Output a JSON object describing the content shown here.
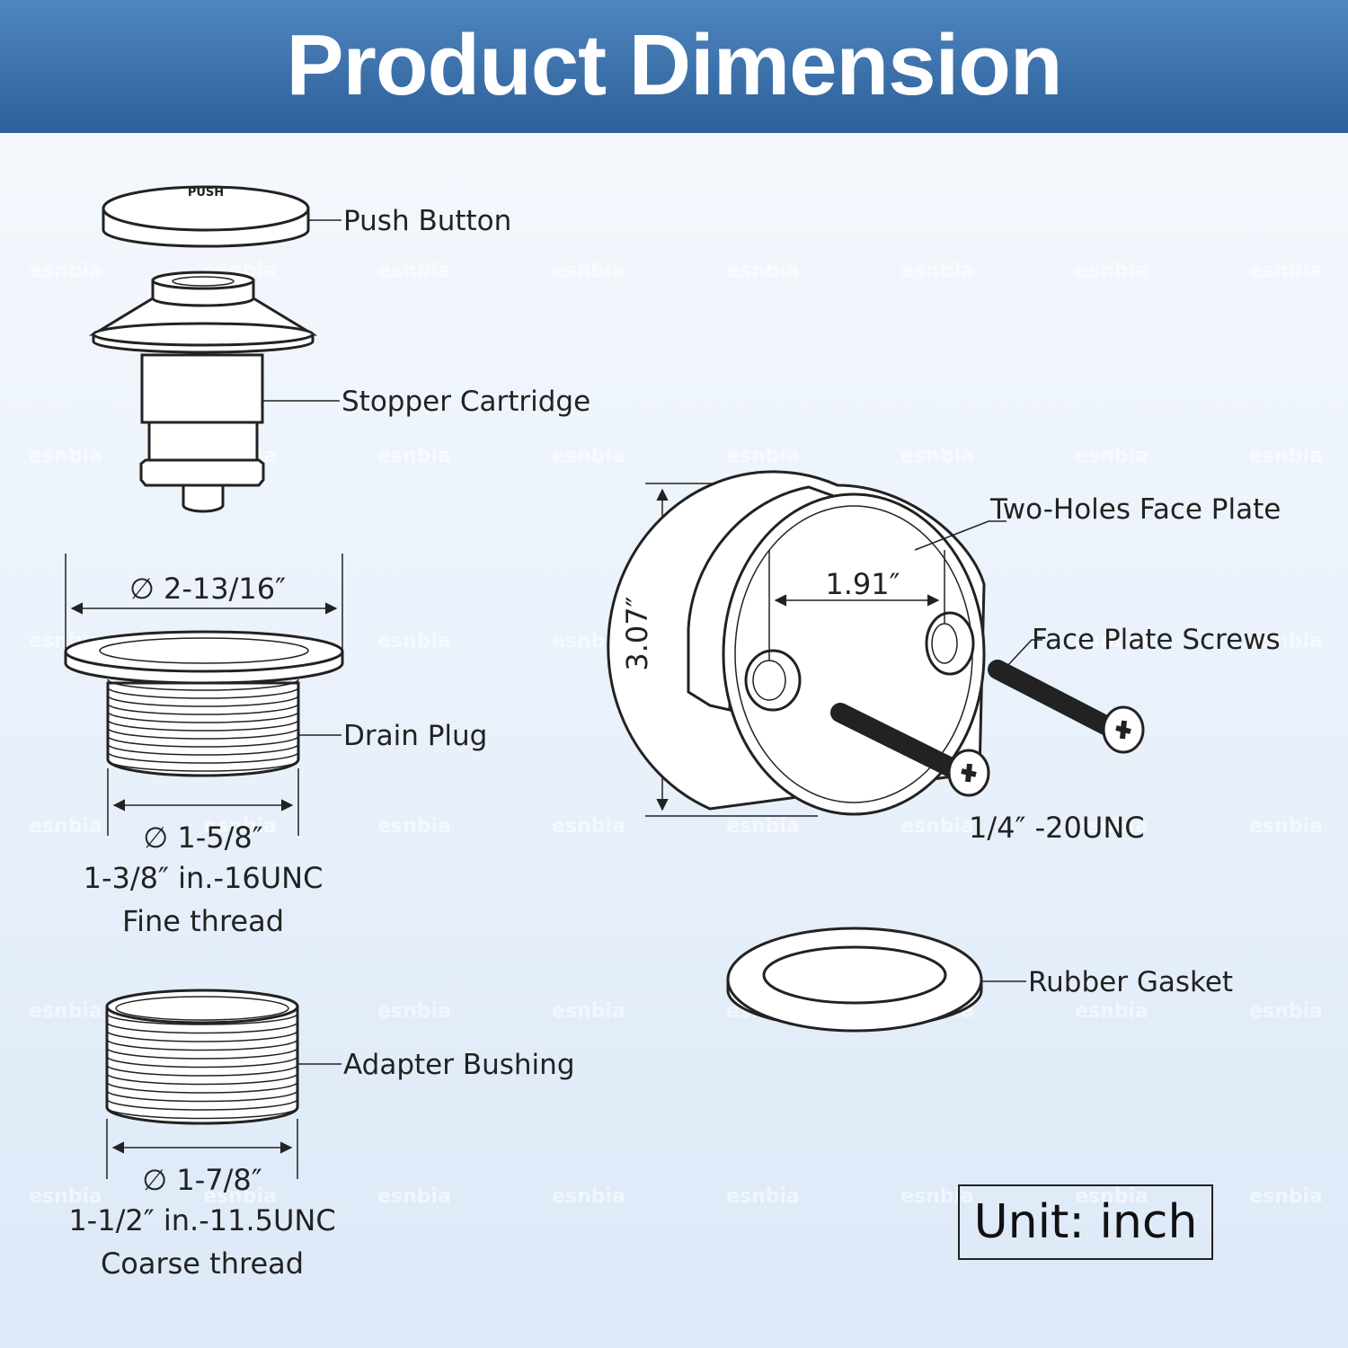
{
  "header": {
    "title": "Product Dimension"
  },
  "watermark": {
    "text": "esnbia"
  },
  "parts": {
    "push_button": "Push Button",
    "push_text": "PUSH",
    "stopper_cartridge": "Stopper Cartridge",
    "drain_plug": "Drain Plug",
    "adapter_bushing": "Adapter Bushing",
    "face_plate": "Two-Holes Face Plate",
    "face_plate_screws": "Face Plate Screws",
    "rubber_gasket": "Rubber Gasket"
  },
  "dimensions": {
    "drain_plug_flange": "∅ 2-13/16″",
    "drain_plug_thread_dia": "∅ 1-5/8″",
    "drain_plug_thread_spec": "1-3/8″ in.-16UNC",
    "drain_plug_thread_type": "Fine thread",
    "bushing_dia": "∅ 1-7/8″",
    "bushing_thread_spec": "1-1/2″ in.-11.5UNC",
    "bushing_thread_type": "Coarse thread",
    "face_plate_height": "3.07″",
    "face_plate_hole_spacing": "1.91″",
    "screw_spec": "1/4″ -20UNC"
  },
  "unit": "Unit: inch",
  "colors": {
    "header": "#3a6eaa",
    "background": "#e9f1fb",
    "line": "#222222"
  }
}
